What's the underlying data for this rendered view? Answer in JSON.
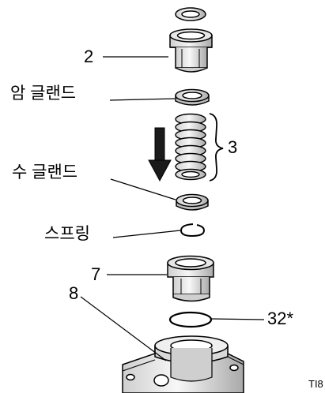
{
  "labels": {
    "part_2": "2",
    "female_gland": "암 글랜드",
    "part_3": "3",
    "male_gland": "수 글랜드",
    "spring": "스프링",
    "part_7": "7",
    "part_8": "8",
    "part_32": "32*",
    "figure_ref": "TI8"
  },
  "colors": {
    "line": "#000000",
    "part_fill": "#ececec",
    "part_shade": "#bdbdbd"
  }
}
